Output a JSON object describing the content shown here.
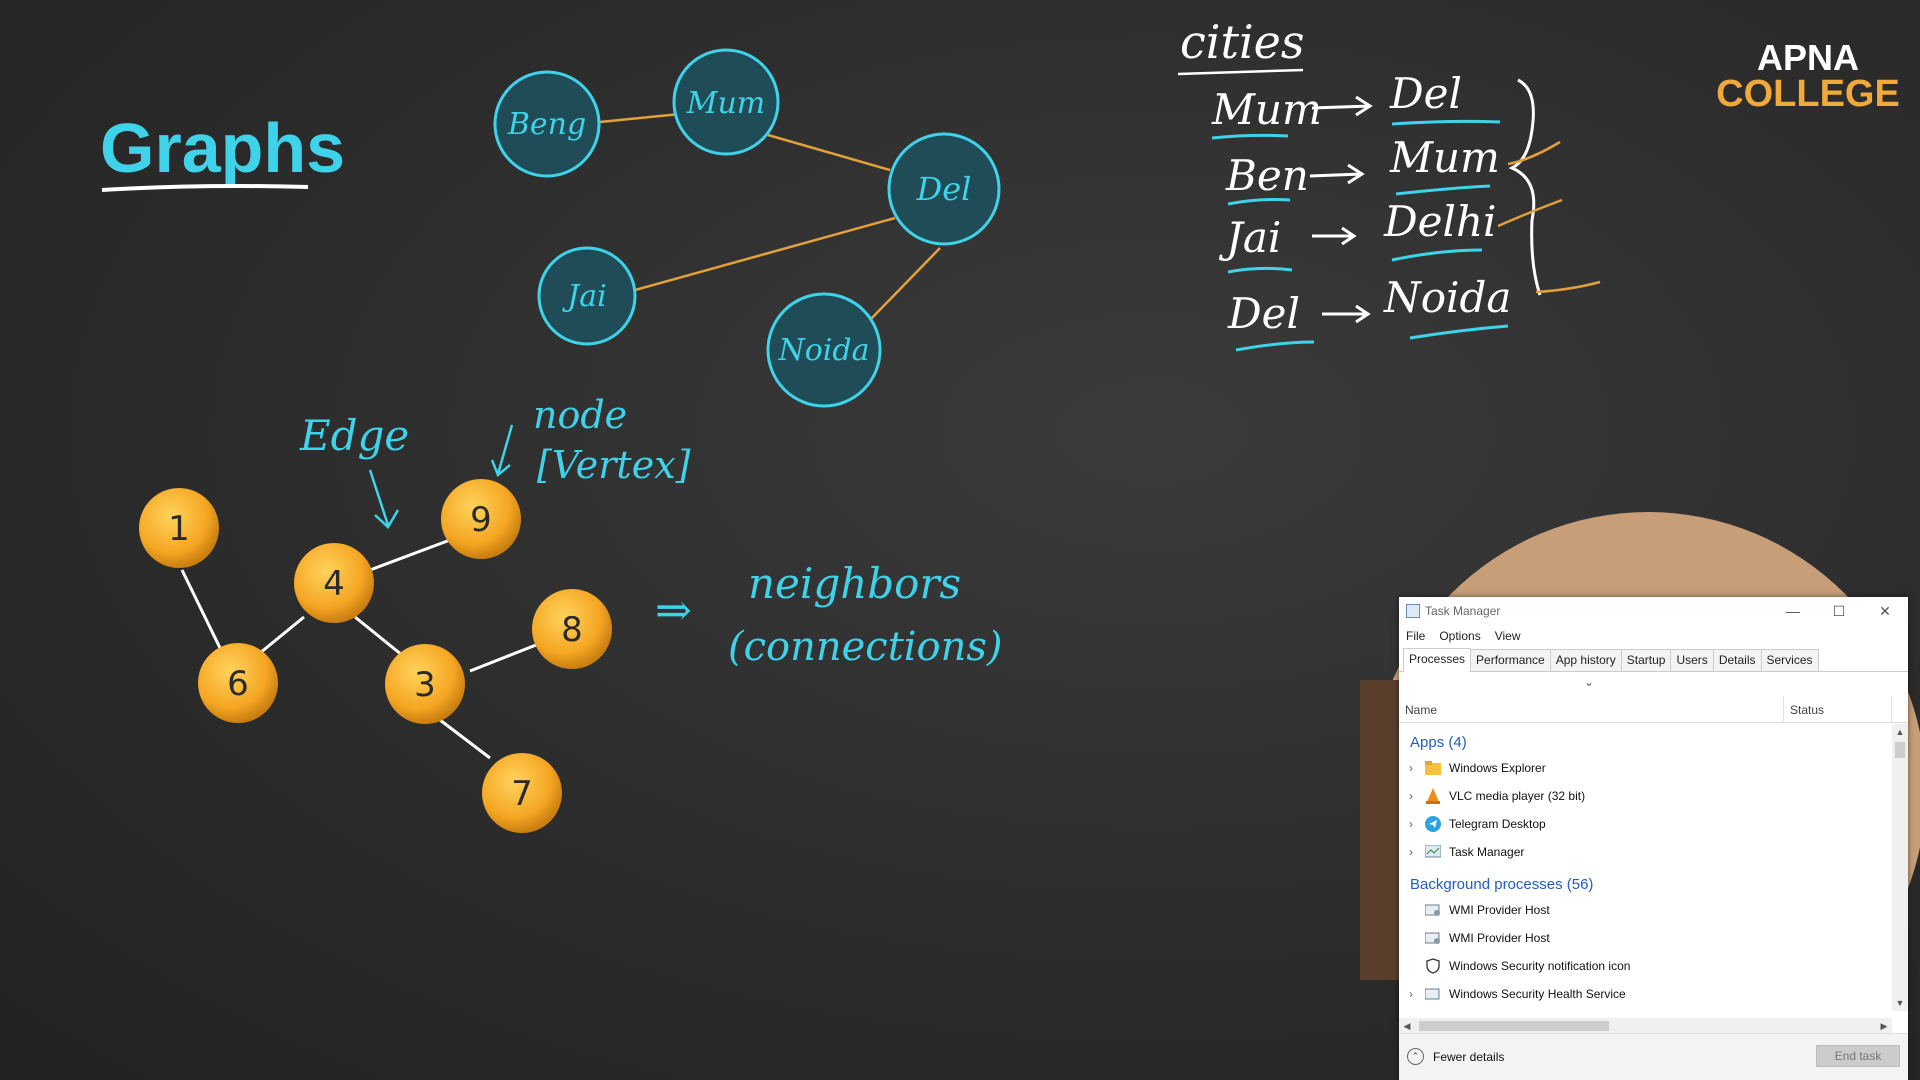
{
  "slide": {
    "title": "Graphs",
    "brand": {
      "line1": "APNA",
      "line2": "COLLEGE"
    },
    "city_nodes": [
      "Beng",
      "Mum",
      "Del",
      "Jai",
      "Noida"
    ],
    "number_nodes": [
      "1",
      "4",
      "9",
      "6",
      "3",
      "8",
      "7"
    ],
    "labels": {
      "edge": "Edge",
      "node": "node",
      "vertex": "[Vertex]",
      "neighbors": "neighbors",
      "connections": "(connections)",
      "arrow": "⇒"
    },
    "cities_heading": "cities",
    "city_pairs": [
      {
        "from": "Mum",
        "to": "Del"
      },
      {
        "from": "Ben",
        "to": "Mum"
      },
      {
        "from": "Jai",
        "to": "Delhi"
      },
      {
        "from": "Del",
        "to": "Noida"
      }
    ],
    "colors": {
      "chalk": "#3fd3ea",
      "edge": "#e2a13b",
      "node": "#f5a623"
    }
  },
  "task_manager": {
    "title": "Task Manager",
    "menu": [
      "File",
      "Options",
      "View"
    ],
    "tabs": [
      "Processes",
      "Performance",
      "App history",
      "Startup",
      "Users",
      "Details",
      "Services"
    ],
    "active_tab": "Processes",
    "columns": {
      "name": "Name",
      "status": "Status"
    },
    "apps_group": "Apps (4)",
    "apps": [
      {
        "name": "Windows Explorer",
        "icon": "folder-icon"
      },
      {
        "name": "VLC media player (32 bit)",
        "icon": "vlc-cone-icon"
      },
      {
        "name": "Telegram Desktop",
        "icon": "telegram-icon"
      },
      {
        "name": "Task Manager",
        "icon": "task-manager-icon"
      }
    ],
    "bg_group": "Background processes (56)",
    "background": [
      {
        "name": "WMI Provider Host",
        "icon": "service-icon"
      },
      {
        "name": "WMI Provider Host",
        "icon": "service-icon"
      },
      {
        "name": "Windows Security notification icon",
        "icon": "shield-icon"
      },
      {
        "name": "Windows Security Health Service",
        "icon": "service-icon"
      }
    ],
    "fewer_details": "Fewer details",
    "end_task": "End task"
  }
}
